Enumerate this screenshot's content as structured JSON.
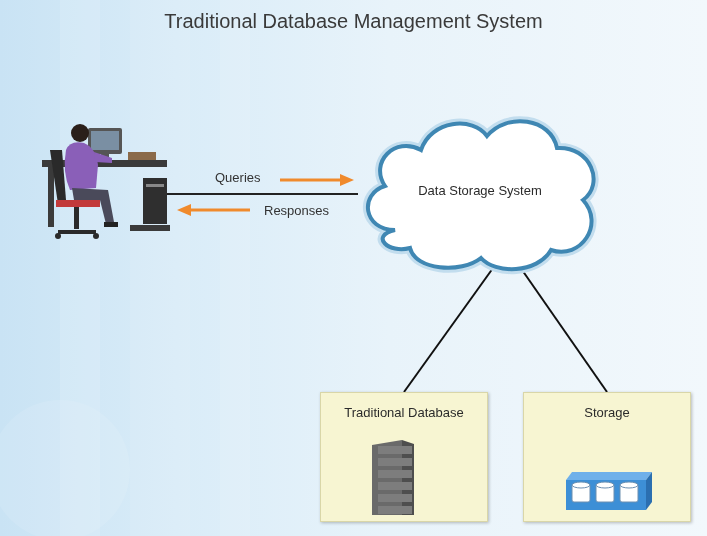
{
  "diagram": {
    "title": "Traditional Database Management System",
    "nodes": [
      {
        "text": [
          "Data Storage System"
        ]
      },
      {
        "text": [
          "Traditional Database"
        ]
      },
      {
        "text": [
          "Storage"
        ]
      }
    ],
    "edges": [
      {
        "from": 0,
        "to": 1,
        "arrow": "none"
      },
      {
        "from": 0,
        "to": 2,
        "arrow": "none"
      }
    ],
    "labels": [
      "Queries",
      "Responses"
    ]
  }
}
